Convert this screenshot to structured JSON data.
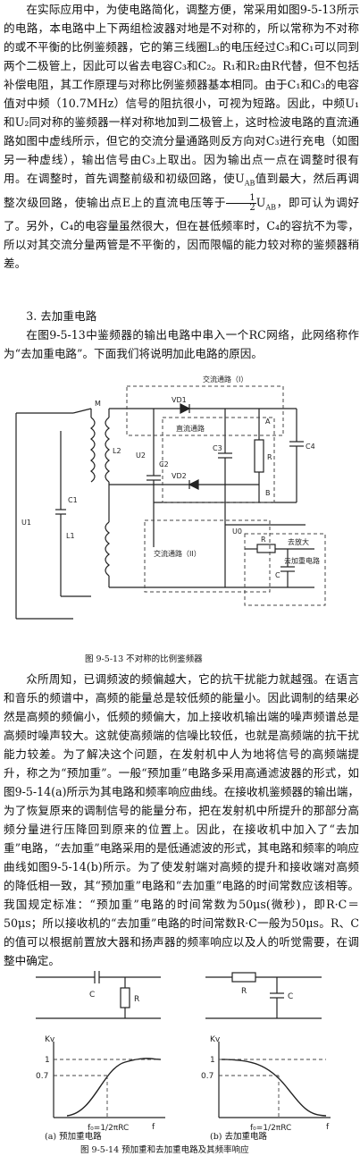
{
  "para1": "在实际应用中，为使电路简化，调整方便，常采用如图9-5-13所示的电路，本电路中上下两组检波器对地是不对称的，所以常称为不对称的或不平衡的比例鉴频器，它的第三线圈L₃的电压经过C₃和C₁可以同到两个二极管上，因此可以省去电容C₃和C₂。R₁和R₂由R代替，但不包括补偿电阻，其工作原理与对称比例鉴频器基本相同。由于C₁和C₃的电容值对中频（10.7MHz）信号的阻抗很小，可视为短路。因此，中频U₁和U₂同对称的鉴频器一样对称地加到二极管上，这时检波电路的直流通路如图中虚线所示，但它的交流分量通路则反方向对C₃进行充电（如图另一种虚线），输出信号由C₃上取出。因为输出点一点在调整时很有用。在调整时，首先调整前级和初级回路，使U",
  "para1_sub": "AB",
  "para1_b": "值到最大，然后再调整次级回路，使输出点E上的直流电压等于",
  "frac_num": "1",
  "frac_den": "2",
  "para1_c": "U",
  "para1_c_sub": "AB",
  "para1_d": "，即可认为调好了。另外，C₄的电容量虽然很大，但在甚低频率时，C₄的容抗不为零，所以对其交流分量两管是不平衡的，因而限幅的能力较对称的鉴频器稍差。",
  "heading3": "3. 去加重电路",
  "para2": "在图9-5-13中鉴频器的输出电路中串入一个RC网络，此网络称作为“去加重电路”。下面我们将说明加此电路的原因。",
  "fig1": {
    "caption": "图 9-5-13   不对称的比例鉴频器",
    "labels": {
      "vd1": "VD1",
      "vd2": "VD2",
      "ac_top": "交流通路（I）",
      "dc": "直流通路",
      "ac_bottom": "交流通路（II）",
      "a": "A",
      "b": "B",
      "c4": "C4",
      "c1": "C1",
      "c2": "C2",
      "c3": "C3",
      "r": "R",
      "l1": "L1",
      "l2": "L2",
      "u1": "U1",
      "u2": "U2",
      "u3": "U0",
      "m": "M",
      "to_amp": "去放大",
      "amp2": "去加重电路",
      "c": "C",
      "r2": "R"
    }
  },
  "para3": "众所周知，已调频波的频偏越大，它的抗干扰能力就越强。在语言和音乐的频谱中，高频的能量总是较低频的能量小。因此调制的结果必然是高频的频偏小，低频的频偏大，加上接收机输出端的噪声频谱总是高频时噪声较大。这就使高频端的信噪比较低，也就是高频端的抗干扰能力较差。为了解决这个问题，在发射机中人为地将信号的高频端提升，称之为“预加重”。一般“预加重”电路多采用高通滤波器的形式，如图9-5-14(a)所示为其电路和频率响应曲线。在接收机鉴频器的输出端，为了恢复原来的调制信号的能量分布，把在发射机中所提升的那部分高频分量进行压降回到原来的位置上。因此，在接收机中加入了“去加重”电路，“去加重”电路采用的是低通滤波的形式，其电路和频率的响应曲线如图9-5-14(b)所示。为了使发射端对高频的提升和接收端对高频的降低相一致，其“预加重”电路和“去加重”电路的时间常数应该相等。我国规定标准：“预加重”电路的时间常数为50μs(微秒)，即R·C＝50μs；所以接收机的“去加重”电路的时间常数R·C一般为50μs。R、C的值可以根据前置放大器和扬声器的频率响应以及人的听觉需要，在调整中确定。",
  "fig2": {
    "a_c": "C",
    "a_r": "R",
    "b_r": "R",
    "b_c": "C",
    "ky": "Kv",
    "v1": "1",
    "v07": "0.7",
    "f": "f",
    "fo_a": "f₀=1/2πRC",
    "fo_b": "f₀=1/2πRC",
    "cap_a": "(a)  预加重电路",
    "cap_b": "(b)  去加重电路",
    "caption": "图 9-5-14   预加重和去加重电路及其频率响应"
  }
}
